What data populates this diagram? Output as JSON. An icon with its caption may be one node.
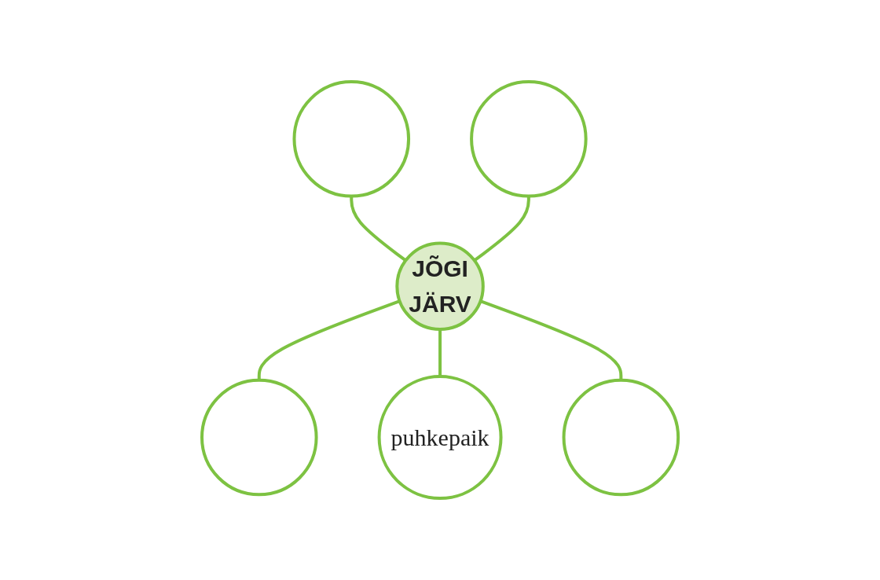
{
  "diagram": {
    "nodes": [
      {
        "text": [],
        "shape": "circle"
      },
      {
        "text": [],
        "shape": "circle"
      },
      {
        "text": [
          "JÕGI",
          "JÄRV"
        ]
      },
      {
        "text": [],
        "shape": "circle"
      },
      {
        "text": [],
        "shape": "circle"
      },
      {
        "text": [
          "puhkepaik"
        ]
      }
    ],
    "edges": [
      {
        "from": 0,
        "to": 2,
        "arrow": "none"
      },
      {
        "from": 1,
        "to": 2,
        "arrow": "none"
      },
      {
        "from": 2,
        "to": 3,
        "arrow": "none"
      },
      {
        "from": 2,
        "to": 5,
        "arrow": "none"
      },
      {
        "from": 2,
        "to": 4,
        "arrow": "none"
      }
    ]
  }
}
